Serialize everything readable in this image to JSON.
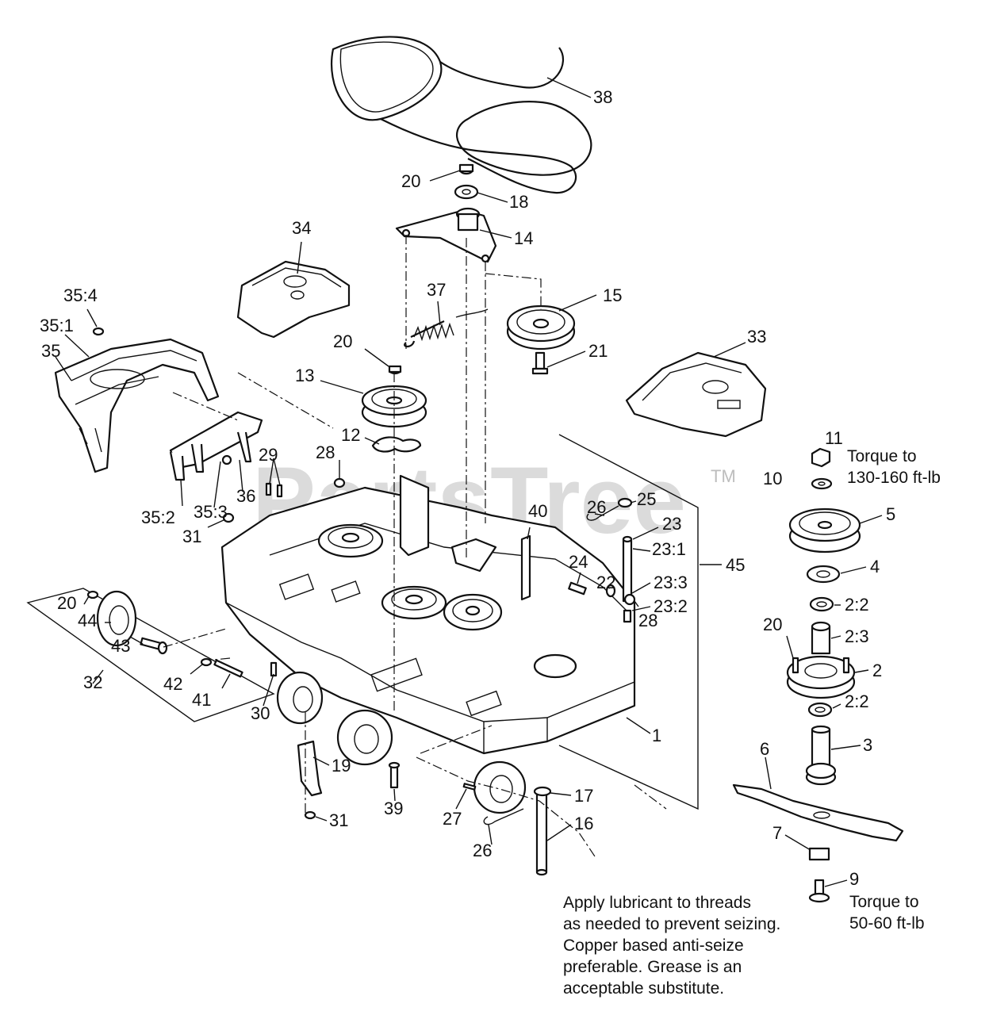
{
  "watermark": {
    "text": "PartsTree",
    "tm": "TM"
  },
  "labels": {
    "p38": "38",
    "p20a": "20",
    "p18": "18",
    "p14": "14",
    "p34": "34",
    "p37": "37",
    "p15": "15",
    "p35_4": "35:4",
    "p35_1": "35:1",
    "p35": "35",
    "p20b": "20",
    "p21": "21",
    "p33": "33",
    "p13": "13",
    "p12": "12",
    "p11": "11",
    "p10": "10",
    "p29": "29",
    "p28a": "28",
    "p36": "36",
    "p35_2": "35:2",
    "p35_3": "35:3",
    "p26a": "26",
    "p25": "25",
    "p5": "5",
    "p31a": "31",
    "p40": "40",
    "p23": "23",
    "p23_1": "23:1",
    "p45": "45",
    "p4": "4",
    "p24": "24",
    "p22": "22",
    "p23_3": "23:3",
    "p2_2a": "2:2",
    "p23_2": "23:2",
    "p28b": "28",
    "p20c": "20",
    "p2_3": "2:3",
    "p20d": "20",
    "p44": "44",
    "p43": "43",
    "p2": "2",
    "p42": "42",
    "p2_2b": "2:2",
    "p41": "41",
    "p32": "32",
    "p30": "30",
    "p1": "1",
    "p3": "3",
    "p6": "6",
    "p19": "19",
    "p17": "17",
    "p39": "39",
    "p27": "27",
    "p16": "16",
    "p31b": "31",
    "p26b": "26",
    "p7": "7",
    "p9": "9"
  },
  "torque_notes": {
    "nut11_line1": "Torque to",
    "nut11_line2": "130-160 ft-lb",
    "bolt9_line1": "Torque to",
    "bolt9_line2": "50-60 ft-lb"
  },
  "lubricant_note": [
    "Apply lubricant to threads",
    "as needed to prevent seizing.",
    "Copper  based anti-seize",
    "preferable. Grease is an",
    "acceptable substitute."
  ]
}
